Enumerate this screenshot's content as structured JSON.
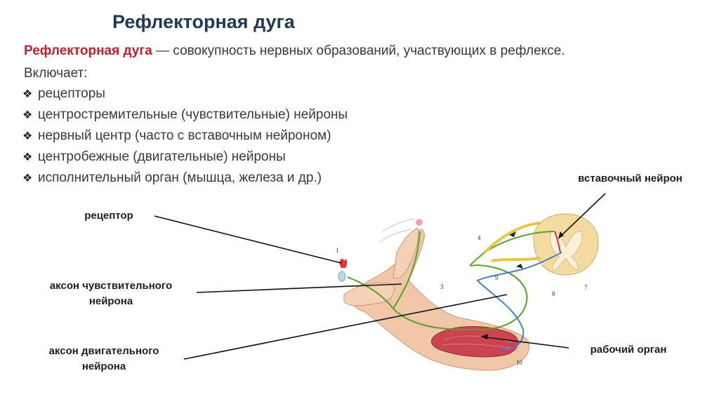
{
  "title": "Рефлекторная дуга",
  "definition": {
    "term": "Рефлекторная дуга",
    "text": " — совокупность нервных образований, участвующих в рефлексе."
  },
  "includes_label": "Включает:",
  "bullet_icon": "diamond-bullet-icon",
  "items": [
    "рецепторы",
    "центростремительные (чувствительные) нейроны",
    "нервный центр (часто с вставочным нейроном)",
    "центробежные (двигательные) нейроны",
    "исполнительный орган (мышца, железа и др.)"
  ],
  "labels": {
    "receptor": "рецептор",
    "sensory_axon_1": "аксон чувствительного",
    "sensory_axon_2": "нейрона",
    "motor_axon_1": "аксон двигательного",
    "motor_axon_2": "нейрона",
    "interneuron": "вставочный нейрон",
    "effector": "рабочий орган"
  },
  "figure_numbers": [
    "1",
    "3",
    "4",
    "7",
    "8",
    "9",
    "10"
  ],
  "colors": {
    "title": "#1f3a52",
    "term": "#c0202a",
    "skin": "#f2c7a8",
    "muscle": "#c9444e",
    "sensory_nerve": "#5aa02c",
    "motor_nerve": "#4a7fc8",
    "spinal_cord": "#f4dca0"
  }
}
